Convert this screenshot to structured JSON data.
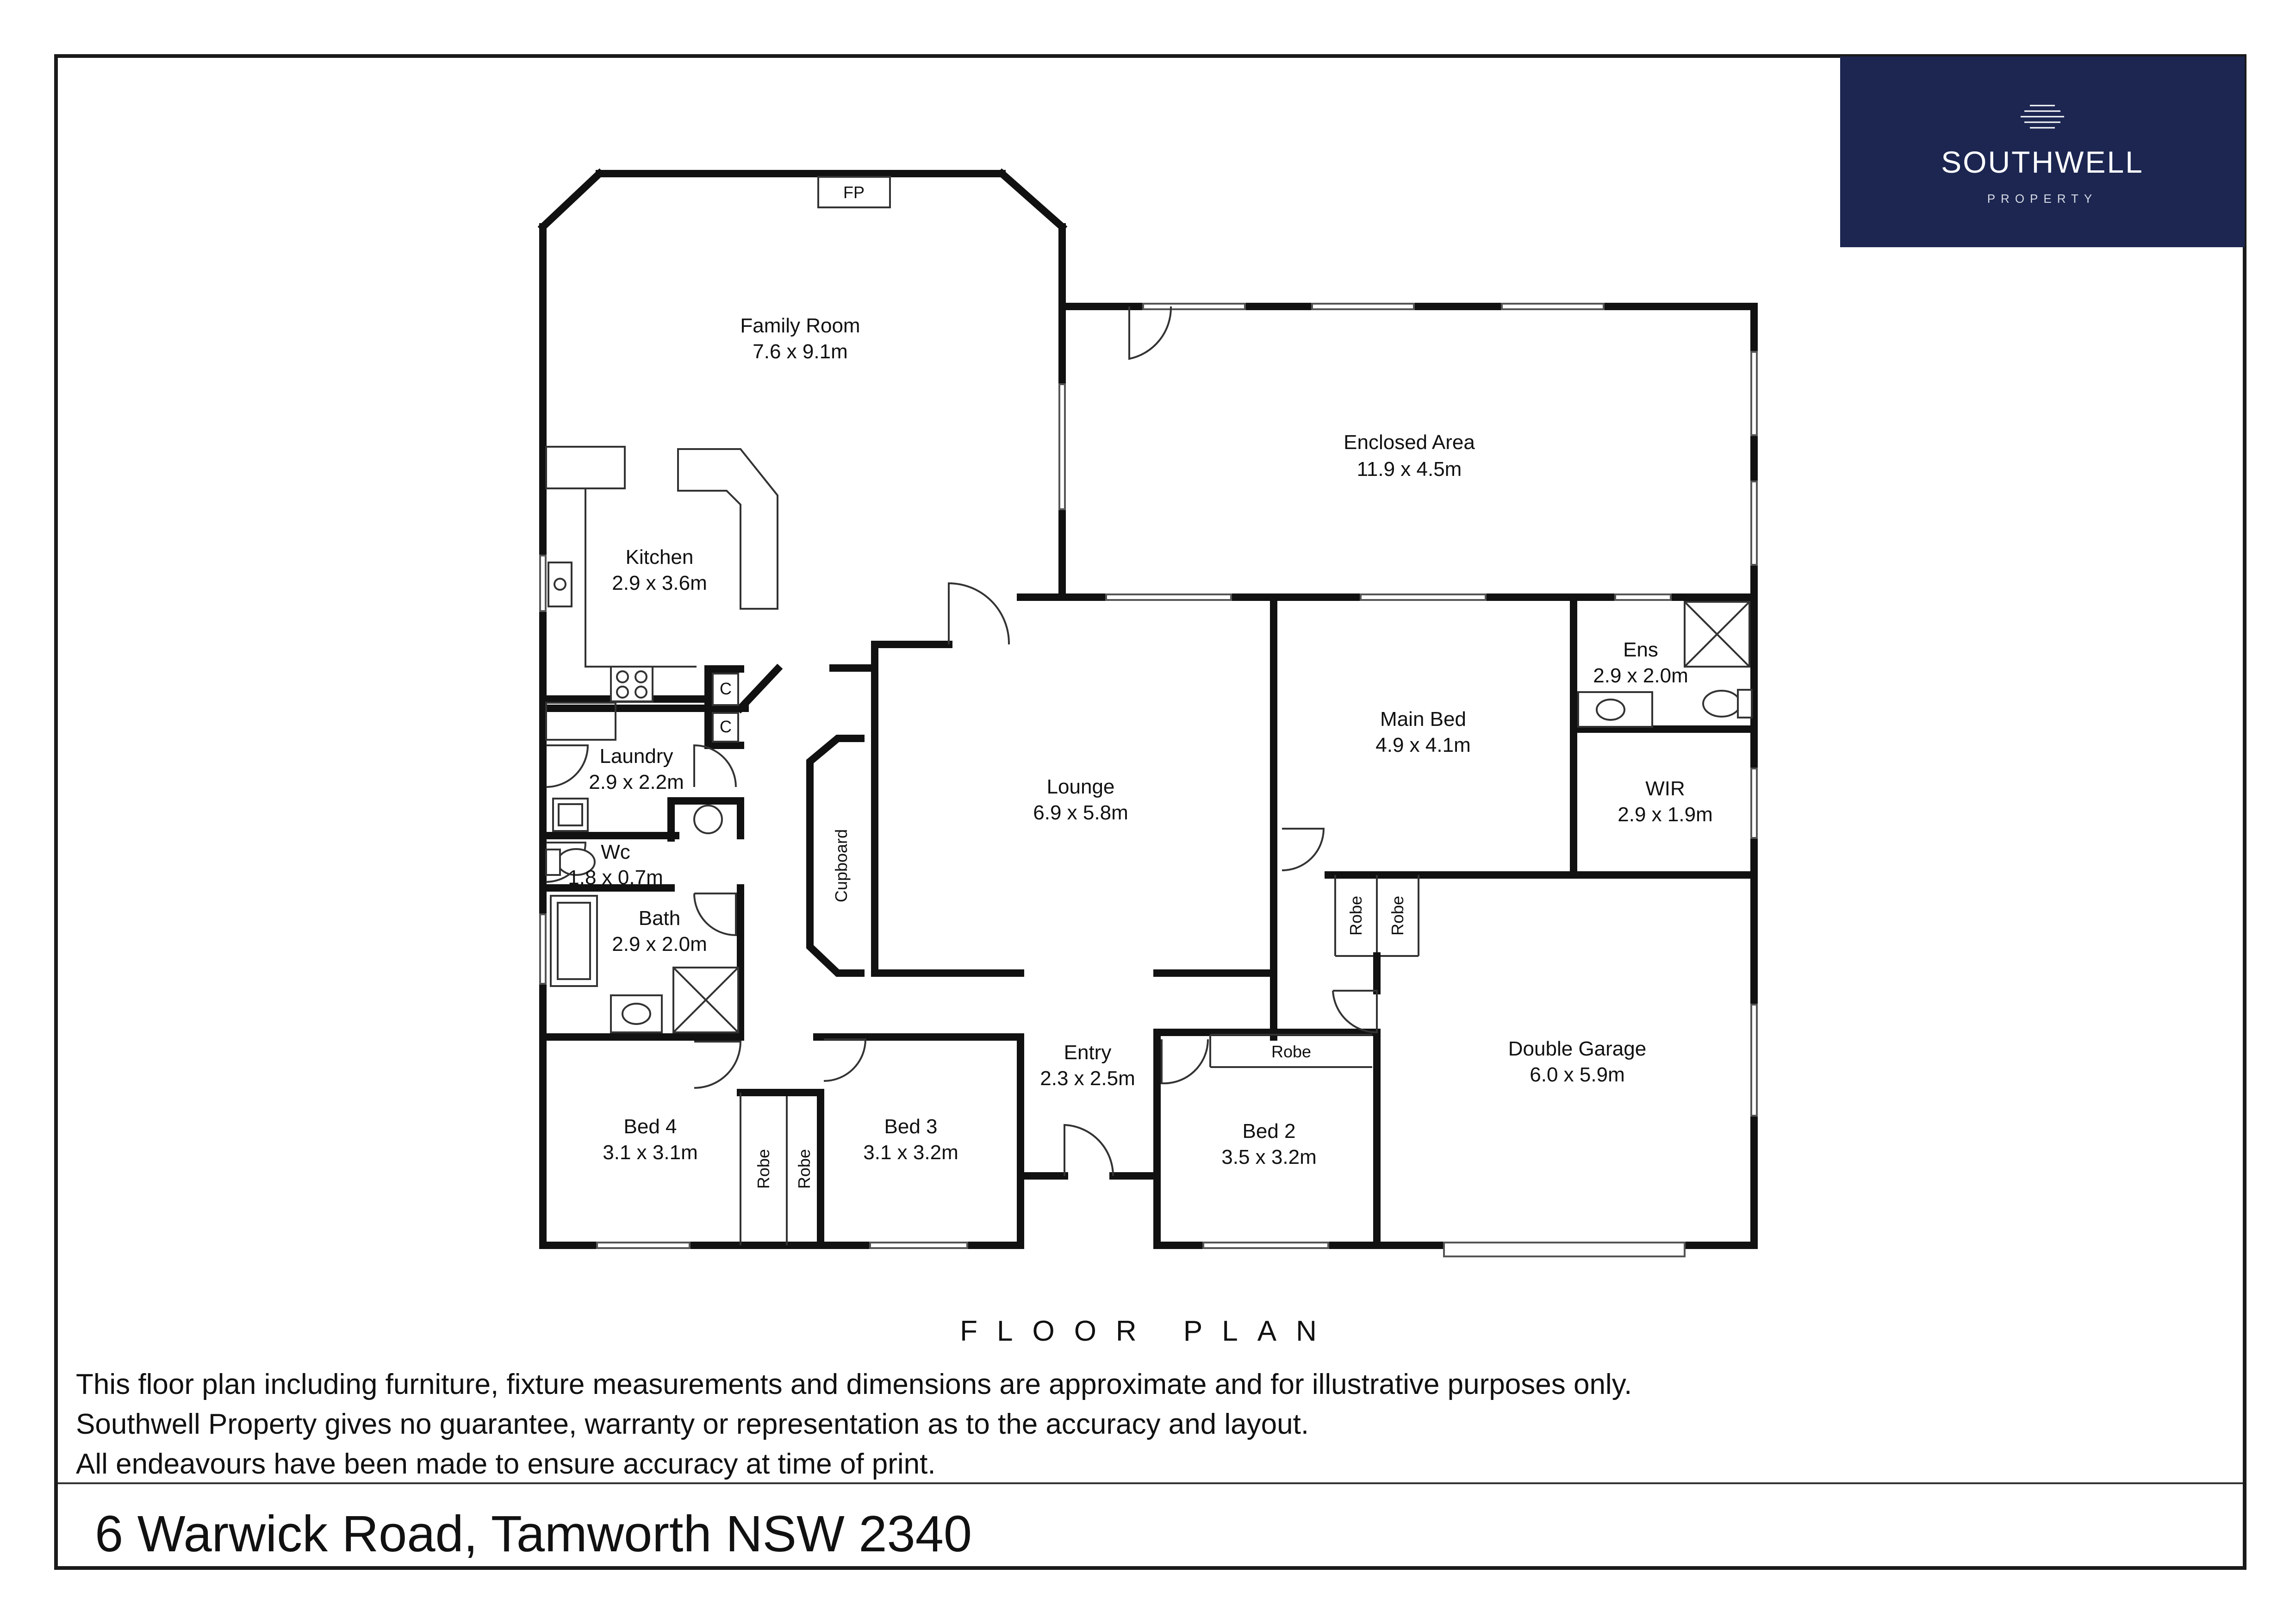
{
  "brand": {
    "name": "SOUTHWELL",
    "tagline": "PROPERTY",
    "background_color": "#1c2651",
    "icon": "stacked-lines-logo-icon"
  },
  "plan_title": "FLOOR PLAN",
  "rooms": {
    "family_room": {
      "name": "Family Room",
      "size": "7.6 x 9.1m"
    },
    "enclosed_area": {
      "name": "Enclosed Area",
      "size": "11.9 x 4.5m"
    },
    "kitchen": {
      "name": "Kitchen",
      "size": "2.9 x 3.6m"
    },
    "ens": {
      "name": "Ens",
      "size": "2.9 x 2.0m"
    },
    "main_bed": {
      "name": "Main Bed",
      "size": "4.9 x 4.1m"
    },
    "laundry": {
      "name": "Laundry",
      "size": "2.9 x 2.2m"
    },
    "lounge": {
      "name": "Lounge",
      "size": "6.9 x 5.8m"
    },
    "wir": {
      "name": "WIR",
      "size": "2.9 x 1.9m"
    },
    "wc": {
      "name": "Wc",
      "size": "1.8 x 0.7m"
    },
    "bath": {
      "name": "Bath",
      "size": "2.9 x 2.0m"
    },
    "entry": {
      "name": "Entry",
      "size": "2.3 x 2.5m"
    },
    "double_garage": {
      "name": "Double Garage",
      "size": "6.0 x 5.9m"
    },
    "bed4": {
      "name": "Bed 4",
      "size": "3.1 x 3.1m"
    },
    "bed3": {
      "name": "Bed 3",
      "size": "3.1 x 3.2m"
    },
    "bed2": {
      "name": "Bed 2",
      "size": "3.5 x 3.2m"
    }
  },
  "fixtures": {
    "fp": "FP",
    "c1": "C",
    "c2": "C",
    "cupboard": "Cupboard",
    "robe_main_1": "Robe",
    "robe_main_2": "Robe",
    "robe_bed2": "Robe",
    "robe_bed4": "Robe",
    "robe_bed3": "Robe"
  },
  "disclaimer": [
    "This floor plan including furniture, fixture measurements and dimensions are approximate and for illustrative purposes only.",
    "Southwell Property gives no guarantee, warranty or representation as to the accuracy and layout.",
    "All endeavours have been made to ensure accuracy at time of print."
  ],
  "address": "6 Warwick Road, Tamworth NSW 2340"
}
